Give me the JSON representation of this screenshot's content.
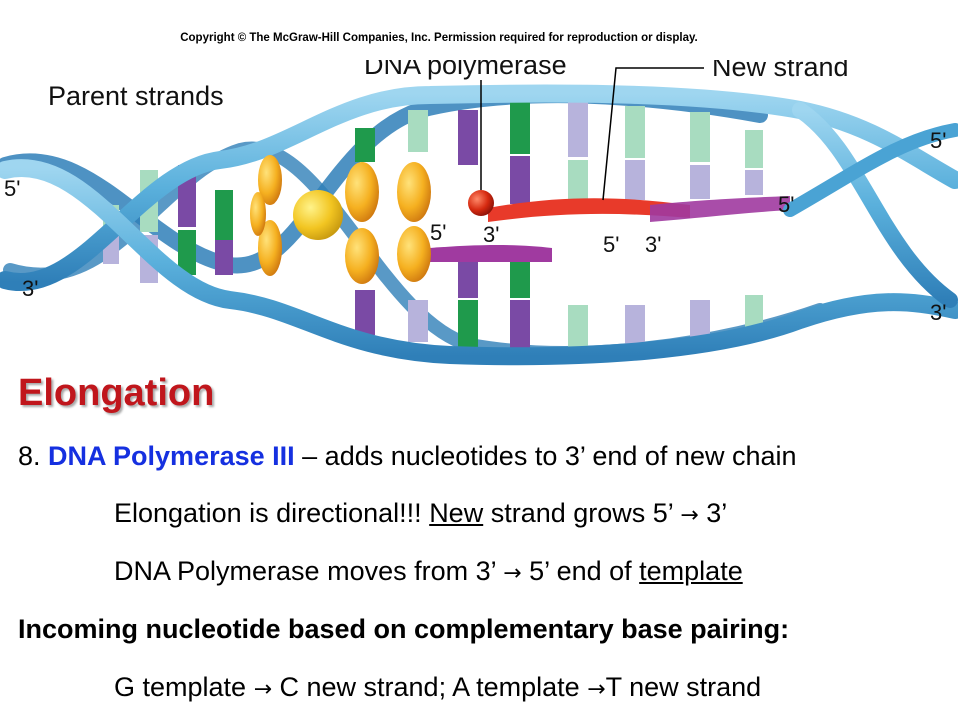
{
  "copyright": "Copyright © The McGraw-Hill Companies, Inc. Permission required for reproduction or display.",
  "diagram": {
    "labels": {
      "parent_strands": "Parent strands",
      "dna_polymerase": "DNA polymerase",
      "new_strand": "New strand",
      "five_prime": "5'",
      "three_prime": "3'"
    },
    "colors": {
      "helix": "#5ab0dc",
      "helix_dark": "#2f7fb8",
      "base_green": "#1f9a4c",
      "base_light_green": "#a8dcc0",
      "base_purple": "#7a4aa5",
      "base_light_purple": "#b7b3dc",
      "new_strand": "#e83a2a",
      "primer": "#a03aa0",
      "enzyme_yellow": "#f2c521",
      "enzyme_orange": "#f0a020"
    }
  },
  "heading": "Elongation",
  "line1": {
    "number": "8.",
    "term": "DNA Polymerase III",
    "rest": " – adds nucleotides to 3’ end of new chain"
  },
  "line2": {
    "pre": "Elongation is directional!!! ",
    "underlined": "New",
    "mid": " strand grows 5’ ",
    "arrow": "→",
    "post": " 3’"
  },
  "line3": {
    "pre": "DNA Polymerase moves from 3’ ",
    "arrow": "→",
    "mid": " 5’ end of ",
    "underlined": "template"
  },
  "line4": "Incoming nucleotide based on complementary base pairing:",
  "line5": {
    "pre": "G template ",
    "arrow1": "→",
    "mid": " C new strand; A template ",
    "arrow2": "→",
    "post": "T new strand"
  }
}
